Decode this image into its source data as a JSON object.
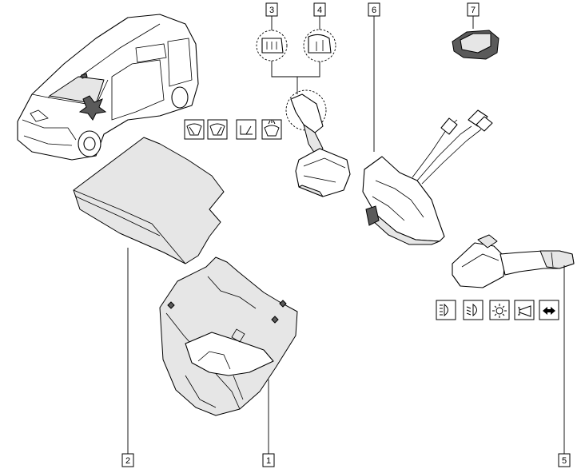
{
  "callouts": {
    "c1": "1",
    "c2": "2",
    "c3": "3",
    "c4": "4",
    "c5": "5",
    "c6": "6",
    "c7": "7"
  },
  "parts": [
    {
      "callout": "1",
      "icon": "lower-steering-column-shroud"
    },
    {
      "callout": "2",
      "icon": "upper-steering-column-shroud"
    },
    {
      "callout": "3",
      "icon": "wiper-stalk-end-switch"
    },
    {
      "callout": "4",
      "icon": "wiper-stalk-end-switch-alternate"
    },
    {
      "callout": "5",
      "icon": "lighting-indicator-stalk"
    },
    {
      "callout": "6",
      "icon": "steering-column-switch-assembly"
    },
    {
      "callout": "7",
      "icon": "switch-module"
    }
  ],
  "wiper_function_icons": [
    "windscreen-wiper-icon",
    "windscreen-wiper-intermittent-icon",
    "rear-wiper-icon",
    "windscreen-washer-icon"
  ],
  "lighting_function_icons": [
    "main-beam-icon",
    "dipped-beam-icon",
    "side-lights-icon",
    "horn-icon",
    "direction-indicator-icon"
  ],
  "colors": {
    "line": "#000000",
    "shade": "#e6e6e6",
    "background": "#ffffff"
  }
}
